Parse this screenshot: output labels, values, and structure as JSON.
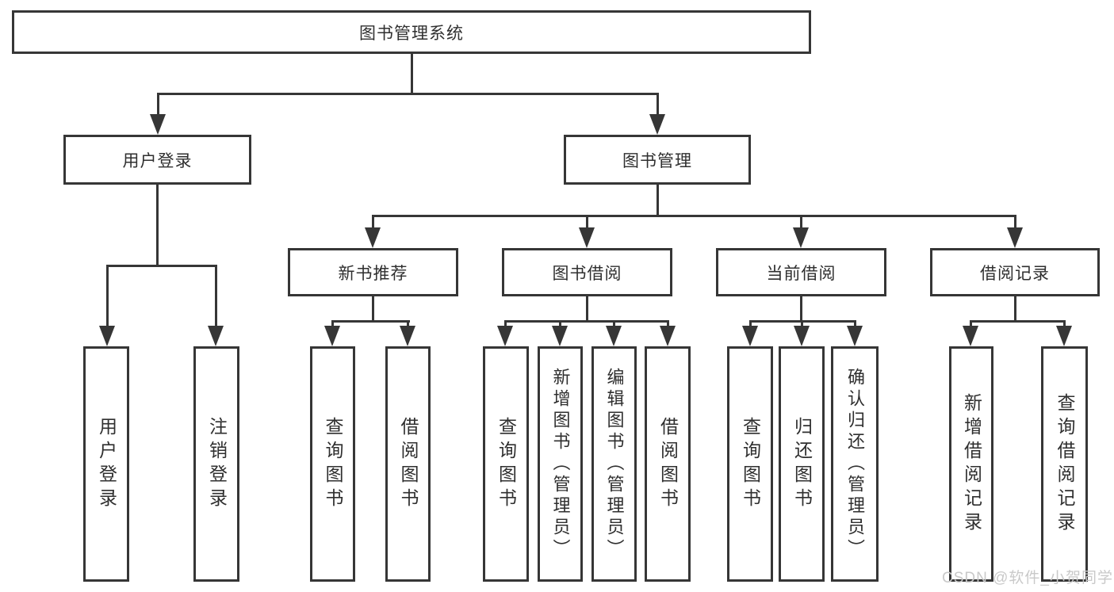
{
  "diagram": {
    "type": "tree",
    "root": {
      "label": "图书管理系统"
    },
    "level2": {
      "user_login": {
        "label": "用户登录"
      },
      "book_management": {
        "label": "图书管理"
      }
    },
    "level3": {
      "new_book_recommend": {
        "label": "新书推荐",
        "parent": "图书管理"
      },
      "book_borrow": {
        "label": "图书借阅",
        "parent": "图书管理"
      },
      "current_borrow": {
        "label": "当前借阅",
        "parent": "图书管理"
      },
      "borrow_record": {
        "label": "借阅记录",
        "parent": "图书管理"
      }
    },
    "leaves": {
      "login_user_login": {
        "label": "用户登录",
        "parent": "用户登录"
      },
      "login_logout": {
        "label": "注销登录",
        "parent": "用户登录"
      },
      "rec_query_book": {
        "label": "查询图书",
        "parent": "新书推荐"
      },
      "rec_borrow_book": {
        "label": "借阅图书",
        "parent": "新书推荐"
      },
      "bb_query_book": {
        "label": "查询图书",
        "parent": "图书借阅"
      },
      "bb_add_book": {
        "label": "新增图书（管理员）",
        "parent": "图书借阅"
      },
      "bb_edit_book": {
        "label": "编辑图书（管理员）",
        "parent": "图书借阅"
      },
      "bb_borrow_book": {
        "label": "借阅图书",
        "parent": "图书借阅"
      },
      "cur_query_book": {
        "label": "查询图书",
        "parent": "当前借阅"
      },
      "cur_return_book": {
        "label": "归还图书",
        "parent": "当前借阅"
      },
      "cur_confirm_return": {
        "label": "确认归还（管理员）",
        "parent": "当前借阅"
      },
      "rec_add_record": {
        "label": "新增借阅记录",
        "parent": "借阅记录"
      },
      "rec_query_record": {
        "label": "查询借阅记录",
        "parent": "借阅记录"
      }
    },
    "watermark": "CSDN @软件_小贺同学",
    "colors": {
      "line": "#363636",
      "text": "#2f2f2f",
      "watermark": "#c9c9c9",
      "background": "#ffffff"
    }
  }
}
